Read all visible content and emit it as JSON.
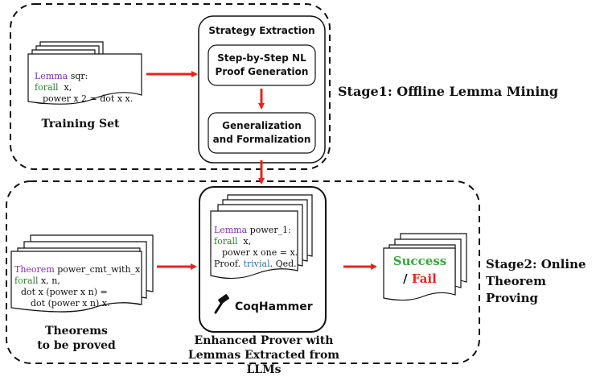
{
  "stage1": {
    "label": "Stage1: Offline Lemma Mining",
    "strategy_title": "Strategy Extraction",
    "step1": [
      "Step-by-Step NL",
      "Proof Generation"
    ],
    "step2": [
      "Generalization",
      "and Formalization"
    ],
    "training_label": "Training Set",
    "lemma_doc": {
      "kw_lemma": "Lemma",
      "name": " sqr:",
      "kw_forall": "forall",
      "vars": "  x,",
      "body": "power x 2 = dot x x."
    }
  },
  "stage2": {
    "label_line1": "Stage2: Online",
    "label_line2": "Theorem Proving",
    "theorems_label": [
      "Theorems",
      "to be proved"
    ],
    "prover_label": [
      "Enhanced Prover with",
      "Lemmas Extracted from LLMs"
    ],
    "coqhammer": "CoqHammer",
    "theorem_doc": {
      "kw_theorem": "Theorem",
      "name": " power_cmt_with_x",
      "kw_forall": "forall",
      "vars": " x, n,",
      "line3": "dot x (power x n) =",
      "line4": "dot (power x n) x."
    },
    "lemma_doc": {
      "kw_lemma": "Lemma",
      "name": " power_1:",
      "kw_forall": "forall",
      "vars": "  x,",
      "line3": "power x one = x.",
      "proof": "Proof. ",
      "trivial": "trivial",
      "qed": ". Qed."
    },
    "result": {
      "success": "Success",
      "slash": "/ ",
      "fail": "Fail"
    }
  },
  "colors": {
    "arrow": "#e8231f",
    "success": "#3aa63a",
    "fail": "#e8231f",
    "purple": "#7b2fa8",
    "green": "#2e7d2e",
    "blue": "#2f6fb5"
  }
}
